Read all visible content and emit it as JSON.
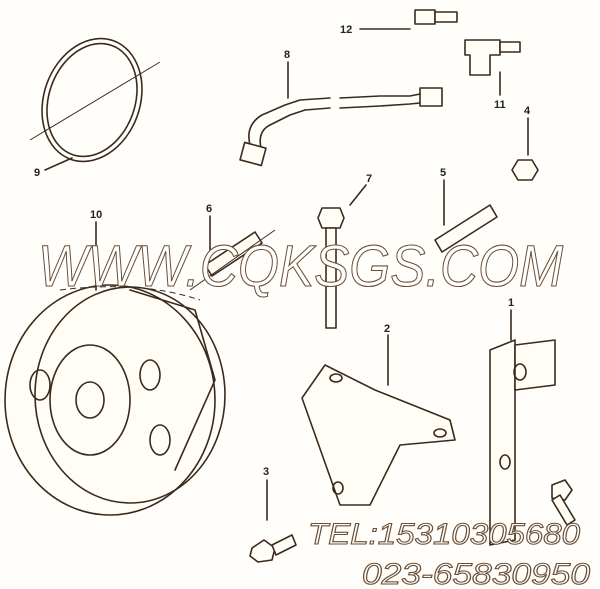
{
  "diagram": {
    "callouts": [
      {
        "id": "1",
        "label": "1"
      },
      {
        "id": "2",
        "label": "2"
      },
      {
        "id": "3",
        "label": "3"
      },
      {
        "id": "4",
        "label": "4"
      },
      {
        "id": "5",
        "label": "5"
      },
      {
        "id": "6",
        "label": "6"
      },
      {
        "id": "7",
        "label": "7"
      },
      {
        "id": "8",
        "label": "8"
      },
      {
        "id": "9",
        "label": "9"
      },
      {
        "id": "10",
        "label": "10"
      },
      {
        "id": "11",
        "label": "11"
      },
      {
        "id": "12",
        "label": "12"
      }
    ],
    "line_color": "#3b2a1c"
  },
  "watermark": {
    "website": "WWW.CQKSGS.COM",
    "tel": "TEL:15310305680",
    "phone": "023-65830950",
    "color": "#6b4f36"
  }
}
